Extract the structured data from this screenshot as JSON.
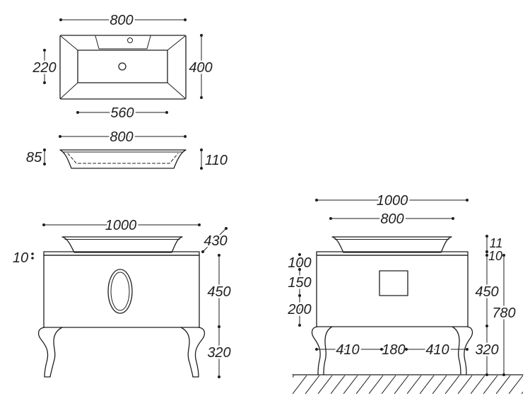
{
  "colors": {
    "line": "#1e1e1e",
    "background": "#ffffff"
  },
  "sink_top_view": {
    "width": "800",
    "basin_depth": "220",
    "depth": "400",
    "basin_width": "560"
  },
  "sink_section_view": {
    "width": "800",
    "basin_height": "85",
    "height": "110"
  },
  "front_view": {
    "width": "1000",
    "depth": "430",
    "top_thickness": "10",
    "cabinet_height": "450",
    "leg_height": "320"
  },
  "side_view": {
    "width": "1000",
    "sink_width": "800",
    "vertical_segments": [
      "100",
      "150",
      "200"
    ],
    "sink_rim_height": "11",
    "top_thickness": "10",
    "cabinet_height": "450",
    "leg_height": "320",
    "total_height": "780",
    "leg_spacing": [
      "410",
      "180",
      "410"
    ]
  }
}
